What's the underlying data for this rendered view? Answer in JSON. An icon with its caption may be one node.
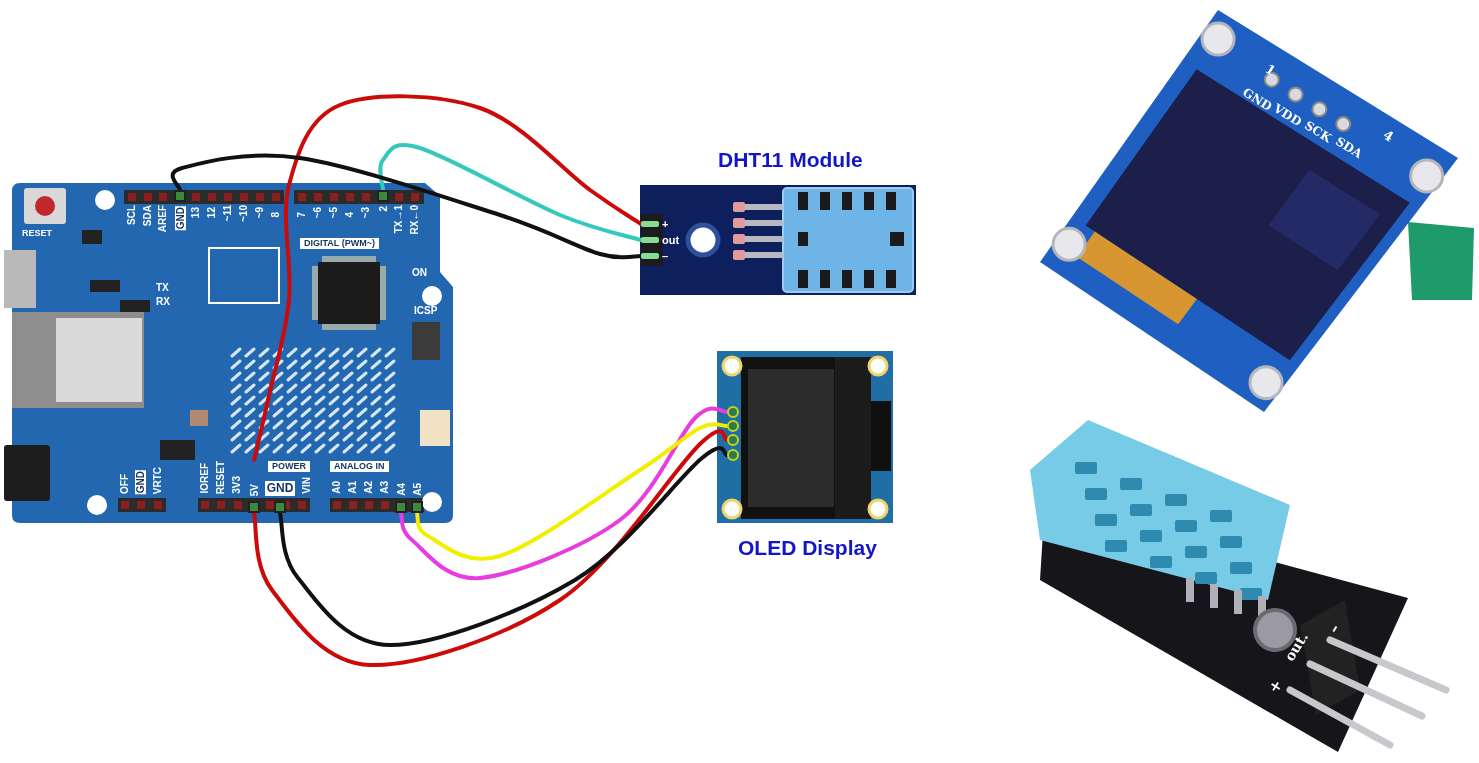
{
  "diagram": {
    "nodes": [
      {
        "text": [],
        "shape": "picture"
      },
      {
        "text": [
          "GND"
        ],
        "in": 0
      },
      {
        "text": [
          "2"
        ],
        "in": 0
      },
      {
        "text": [
          "5V"
        ],
        "in": 0
      },
      {
        "text": [
          "GND"
        ],
        "in": 0
      },
      {
        "text": [
          "A4"
        ],
        "in": 0
      },
      {
        "text": [
          "A5"
        ],
        "in": 0
      },
      {
        "text": [
          "DHT11 Module"
        ]
      },
      {
        "text": [
          "+"
        ],
        "in": 7
      },
      {
        "text": [
          "out"
        ],
        "in": 7
      },
      {
        "text": [
          "–"
        ],
        "in": 7
      },
      {
        "text": [
          "OLED Display"
        ]
      },
      {
        "text": [],
        "shape": "circle",
        "in": 11
      },
      {
        "text": [],
        "shape": "circle",
        "in": 11
      },
      {
        "text": [],
        "shape": "circle",
        "in": 11
      },
      {
        "text": [],
        "shape": "circle",
        "in": 11
      },
      {
        "text": [],
        "shape": "picture"
      },
      {
        "text": [],
        "shape": "picture"
      }
    ],
    "edges": [
      {
        "from": 3,
        "to": 8,
        "arrow": "none",
        "color": "#cc0a0a"
      },
      {
        "from": 2,
        "to": 9,
        "arrow": "none",
        "color": "#35c9bd"
      },
      {
        "from": 1,
        "to": 10,
        "arrow": "none",
        "color": "#111111"
      },
      {
        "from": 5,
        "to": 12,
        "arrow": "none",
        "color": "#e83ce0"
      },
      {
        "from": 6,
        "to": 13,
        "arrow": "none",
        "color": "#f2ee00"
      },
      {
        "from": 3,
        "to": 14,
        "arrow": "none",
        "color": "#cc0a0a"
      },
      {
        "from": 4,
        "to": 15,
        "arrow": "none",
        "color": "#111111"
      }
    ],
    "labels": [
      "RESET",
      "SCL",
      "SDA",
      "AREF",
      "13",
      "12",
      "~11",
      "~10",
      "~9",
      "8",
      "7",
      "~6",
      "~5",
      "4",
      "~3",
      "TX→1",
      "RX←0",
      "DIGITAL (PWM~)",
      "TX",
      "RX",
      "ON",
      "ICSP",
      "OFF",
      "GND",
      "VRTC",
      "IOREF",
      "RESET",
      "3V3",
      "POWER",
      "VIN",
      "ANALOG IN",
      "A0",
      "A1",
      "A2",
      "A3",
      "1",
      "GND",
      "VDD",
      "SCK",
      "SDA",
      "4",
      "+",
      "out.",
      "–"
    ]
  }
}
